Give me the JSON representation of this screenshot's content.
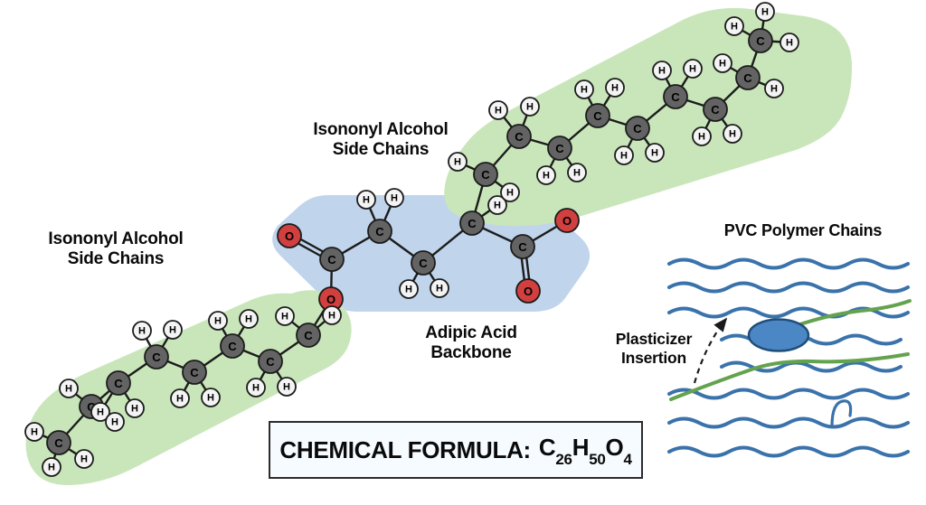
{
  "labels": {
    "isononyl_top_1": "Isononyl Alcohol",
    "isononyl_top_2": "Side Chains",
    "isononyl_left_1": "Isononyl Alcohol",
    "isononyl_left_2": "Side Chains",
    "adipic_1": "Adipic Acid",
    "adipic_2": "Backbone",
    "pvc_title": "PVC Polymer Chains",
    "plasticizer_1": "Plasticizer",
    "plasticizer_2": "Insertion"
  },
  "formula": {
    "label": "CHEMICAL FORMULA:",
    "terms": [
      {
        "element": "C",
        "subscript": "26"
      },
      {
        "element": "H",
        "subscript": "50"
      },
      {
        "element": "O",
        "subscript": "4"
      }
    ]
  },
  "colors": {
    "green_region": "#c9e6ba",
    "blue_region": "#c0d4eb",
    "carbon": "#636363",
    "hydrogen": "#f4f4f4",
    "oxygen": "#d13f3f",
    "atom_outline": "#1c1c1c",
    "bond": "#1c1c1c",
    "pvc_blue": "#3a72ab",
    "pvc_green": "#64a34e",
    "ellipse_fill": "#4b86c5",
    "ellipse_stroke": "#1f4e79",
    "arrow": "#1c1c1c",
    "box_border": "#2b2b2b",
    "box_bg": "#f6fbff",
    "text": "#0a0a0a"
  },
  "molecule": {
    "atoms": [
      [
        "O",
        320,
        261
      ],
      [
        "C",
        367,
        287
      ],
      [
        "O",
        366,
        331
      ],
      [
        "C",
        420,
        256
      ],
      [
        "C",
        468,
        291
      ],
      [
        "C",
        522,
        247
      ],
      [
        "C",
        578,
        273
      ],
      [
        "O",
        627,
        244
      ],
      [
        "O",
        584,
        322
      ],
      [
        "H",
        405,
        221
      ],
      [
        "H",
        436,
        219
      ],
      [
        "H",
        452,
        320
      ],
      [
        "H",
        486,
        319
      ],
      [
        "H",
        550,
        227
      ],
      [
        "C",
        537,
        193
      ],
      [
        "C",
        574,
        151
      ],
      [
        "C",
        619,
        164
      ],
      [
        "C",
        661,
        128
      ],
      [
        "C",
        705,
        142
      ],
      [
        "C",
        747,
        107
      ],
      [
        "C",
        791,
        121
      ],
      [
        "C",
        827,
        86
      ],
      [
        "C",
        841,
        45
      ],
      [
        "H",
        506,
        179
      ],
      [
        "H",
        564,
        213
      ],
      [
        "H",
        551,
        122
      ],
      [
        "H",
        586,
        118
      ],
      [
        "H",
        604,
        194
      ],
      [
        "H",
        638,
        191
      ],
      [
        "H",
        646,
        99
      ],
      [
        "H",
        680,
        97
      ],
      [
        "H",
        690,
        172
      ],
      [
        "H",
        724,
        169
      ],
      [
        "H",
        732,
        78
      ],
      [
        "H",
        766,
        76
      ],
      [
        "H",
        776,
        151
      ],
      [
        "H",
        810,
        148
      ],
      [
        "H",
        799,
        70
      ],
      [
        "H",
        856,
        98
      ],
      [
        "H",
        812,
        29
      ],
      [
        "H",
        846,
        13
      ],
      [
        "H",
        873,
        47
      ],
      [
        "C",
        341,
        371
      ],
      [
        "C",
        299,
        400
      ],
      [
        "C",
        257,
        383
      ],
      [
        "C",
        215,
        412
      ],
      [
        "C",
        173,
        395
      ],
      [
        "C",
        131,
        424
      ],
      [
        "C",
        101,
        450
      ],
      [
        "C",
        65,
        490
      ],
      [
        "H",
        315,
        350
      ],
      [
        "H",
        367,
        349
      ],
      [
        "H",
        283,
        429
      ],
      [
        "H",
        317,
        428
      ],
      [
        "H",
        241,
        355
      ],
      [
        "H",
        275,
        353
      ],
      [
        "H",
        199,
        441
      ],
      [
        "H",
        233,
        440
      ],
      [
        "H",
        157,
        366
      ],
      [
        "H",
        191,
        365
      ],
      [
        "H",
        111,
        456
      ],
      [
        "H",
        149,
        452
      ],
      [
        "H",
        127,
        467
      ],
      [
        "H",
        76,
        430
      ],
      [
        "H",
        38,
        478
      ],
      [
        "H",
        57,
        517
      ],
      [
        "H",
        93,
        508
      ]
    ],
    "bonds": [
      [
        0,
        1,
        "d"
      ],
      [
        1,
        2
      ],
      [
        2,
        42
      ],
      [
        1,
        3
      ],
      [
        3,
        4
      ],
      [
        4,
        5
      ],
      [
        5,
        6
      ],
      [
        6,
        7
      ],
      [
        6,
        8,
        "d"
      ],
      [
        5,
        14
      ],
      [
        3,
        9
      ],
      [
        3,
        10
      ],
      [
        4,
        11
      ],
      [
        4,
        12
      ],
      [
        5,
        13
      ],
      [
        14,
        15
      ],
      [
        15,
        16
      ],
      [
        16,
        17
      ],
      [
        17,
        18
      ],
      [
        18,
        19
      ],
      [
        19,
        20
      ],
      [
        20,
        21
      ],
      [
        21,
        22
      ],
      [
        14,
        23
      ],
      [
        14,
        24
      ],
      [
        15,
        25
      ],
      [
        15,
        26
      ],
      [
        16,
        27
      ],
      [
        16,
        28
      ],
      [
        17,
        29
      ],
      [
        17,
        30
      ],
      [
        18,
        31
      ],
      [
        18,
        32
      ],
      [
        19,
        33
      ],
      [
        19,
        34
      ],
      [
        20,
        35
      ],
      [
        20,
        36
      ],
      [
        21,
        37
      ],
      [
        21,
        38
      ],
      [
        22,
        39
      ],
      [
        22,
        40
      ],
      [
        22,
        41
      ],
      [
        42,
        43
      ],
      [
        43,
        44
      ],
      [
        44,
        45
      ],
      [
        45,
        46
      ],
      [
        46,
        47
      ],
      [
        47,
        48
      ],
      [
        48,
        49
      ],
      [
        42,
        50
      ],
      [
        42,
        51
      ],
      [
        43,
        52
      ],
      [
        43,
        53
      ],
      [
        44,
        54
      ],
      [
        44,
        55
      ],
      [
        45,
        56
      ],
      [
        45,
        57
      ],
      [
        46,
        58
      ],
      [
        46,
        59
      ],
      [
        47,
        60
      ],
      [
        47,
        61
      ],
      [
        48,
        62
      ],
      [
        48,
        63
      ],
      [
        49,
        64
      ],
      [
        49,
        65
      ],
      [
        49,
        66
      ]
    ]
  }
}
